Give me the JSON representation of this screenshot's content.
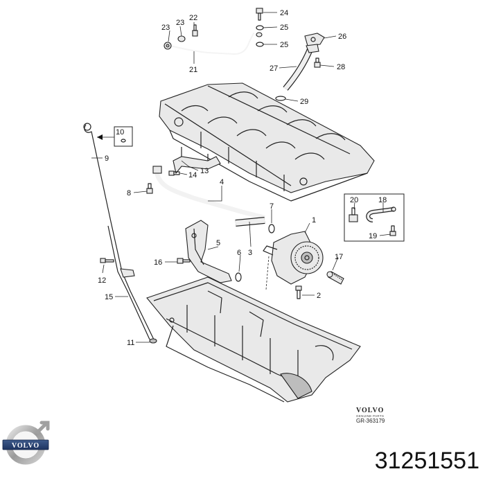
{
  "callouts": [
    "1",
    "2",
    "3",
    "4",
    "5",
    "6",
    "7",
    "8",
    "9",
    "10",
    "11",
    "12",
    "13",
    "14",
    "15",
    "16",
    "17",
    "18",
    "19",
    "20",
    "21",
    "22",
    "23",
    "23",
    "24",
    "25",
    "25",
    "25",
    "26",
    "27",
    "28",
    "29"
  ],
  "brand": {
    "name": "VOLVO",
    "subtitle": "GENUINE PARTS",
    "diagram_ref": "GR-363179"
  },
  "logo_text": "VOLVO",
  "part_number": "31251551"
}
